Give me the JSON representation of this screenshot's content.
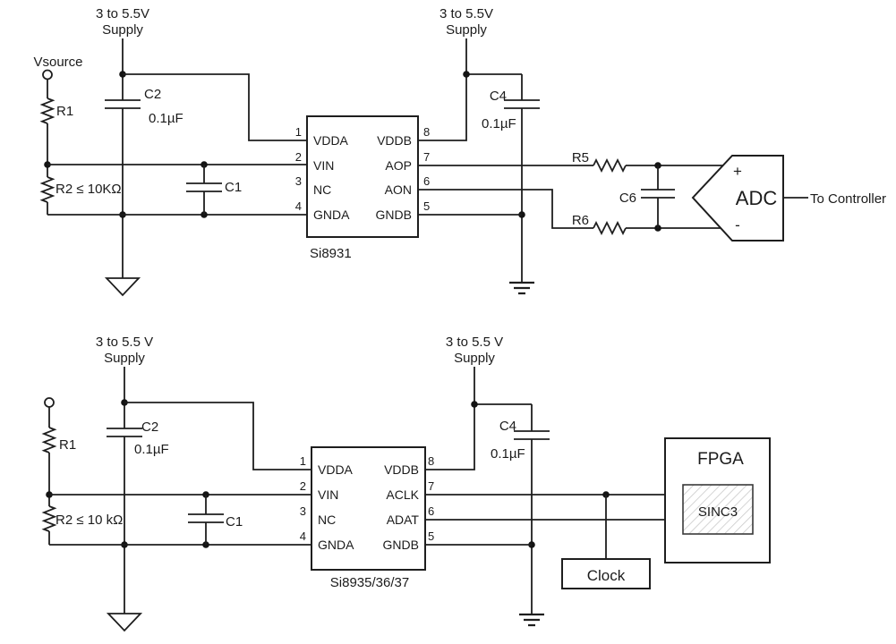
{
  "colors": {
    "background": "#ffffff",
    "line": "#1e1e1e",
    "text": "#1b1b1b",
    "hatch": "#c9c9c9"
  },
  "circuit1": {
    "supply_left": {
      "line1": "3 to 5.5V",
      "line2": "Supply"
    },
    "supply_right": {
      "line1": "3 to 5.5V",
      "line2": "Supply"
    },
    "vsource_label": "Vsource",
    "r1_label": "R1",
    "r2_label": "R2 ≤ 10KΩ",
    "c1_label": "C1",
    "c2_label": "C2",
    "c2_value": "0.1µF",
    "c4_label": "C4",
    "c4_value": "0.1µF",
    "r5_label": "R5",
    "r6_label": "R6",
    "c6_label": "C6",
    "ic": {
      "part_number": "Si8931",
      "pins_left": [
        {
          "num": "1",
          "name": "VDDA"
        },
        {
          "num": "2",
          "name": "VIN"
        },
        {
          "num": "3",
          "name": "NC"
        },
        {
          "num": "4",
          "name": "GNDA"
        }
      ],
      "pins_right": [
        {
          "num": "8",
          "name": "VDDB"
        },
        {
          "num": "7",
          "name": "AOP"
        },
        {
          "num": "6",
          "name": "AON"
        },
        {
          "num": "5",
          "name": "GNDB"
        }
      ]
    },
    "adc": {
      "label": "ADC",
      "plus": "+",
      "minus": "-"
    },
    "output_label": "To Controller"
  },
  "circuit2": {
    "supply_left": {
      "line1": "3 to 5.5 V",
      "line2": "Supply"
    },
    "supply_right": {
      "line1": "3 to 5.5 V",
      "line2": "Supply"
    },
    "r1_label": "R1",
    "r2_label": "R2 ≤ 10 kΩ",
    "c1_label": "C1",
    "c2_label": "C2",
    "c2_value": "0.1µF",
    "c4_label": "C4",
    "c4_value": "0.1µF",
    "ic": {
      "part_number": "Si8935/36/37",
      "pins_left": [
        {
          "num": "1",
          "name": "VDDA"
        },
        {
          "num": "2",
          "name": "VIN"
        },
        {
          "num": "3",
          "name": "NC"
        },
        {
          "num": "4",
          "name": "GNDA"
        }
      ],
      "pins_right": [
        {
          "num": "8",
          "name": "VDDB"
        },
        {
          "num": "7",
          "name": "ACLK"
        },
        {
          "num": "6",
          "name": "ADAT"
        },
        {
          "num": "5",
          "name": "GNDB"
        }
      ]
    },
    "fpga_label": "FPGA",
    "sinc3_label": "SINC3",
    "clock_label": "Clock"
  }
}
